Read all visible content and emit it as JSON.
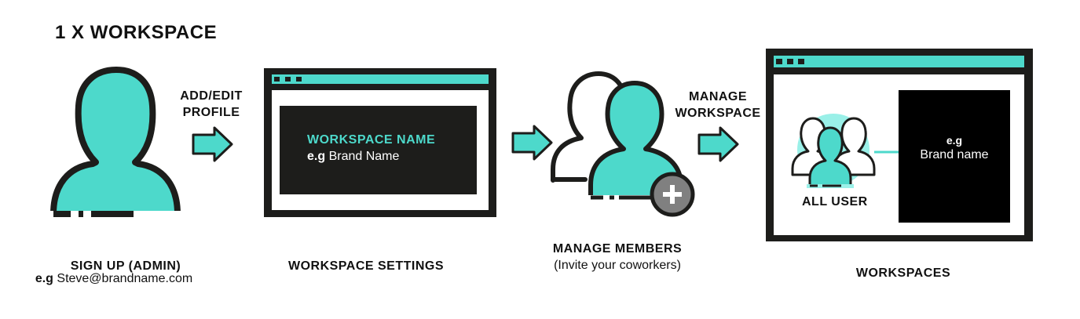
{
  "title": "1 X WORKSPACE",
  "steps": {
    "signup": {
      "label": "SIGN UP (ADMIN)",
      "eg_prefix": "e.g",
      "eg_value": "Steve@brandname.com"
    },
    "settings": {
      "label": "WORKSPACE SETTINGS",
      "field_label": "WORKSPACE NAME",
      "eg_prefix": "e.g",
      "eg_value": "Brand Name"
    },
    "members": {
      "label": "MANAGE MEMBERS",
      "sub": "(Invite your coworkers)"
    },
    "workspaces": {
      "label": "WORKSPACES",
      "all_user": "ALL USER",
      "eg_prefix": "e.g",
      "eg_value": "Brand name"
    }
  },
  "arrows": {
    "add_edit_profile": [
      "ADD/EDIT",
      "PROFILE"
    ],
    "manage_workspace": [
      "MANAGE",
      "WORKSPACE"
    ]
  },
  "colors": {
    "accent": "#4dd9cb",
    "dark": "#1d1d1b",
    "light_accent": "#9af0e8",
    "gray": "#808080"
  }
}
